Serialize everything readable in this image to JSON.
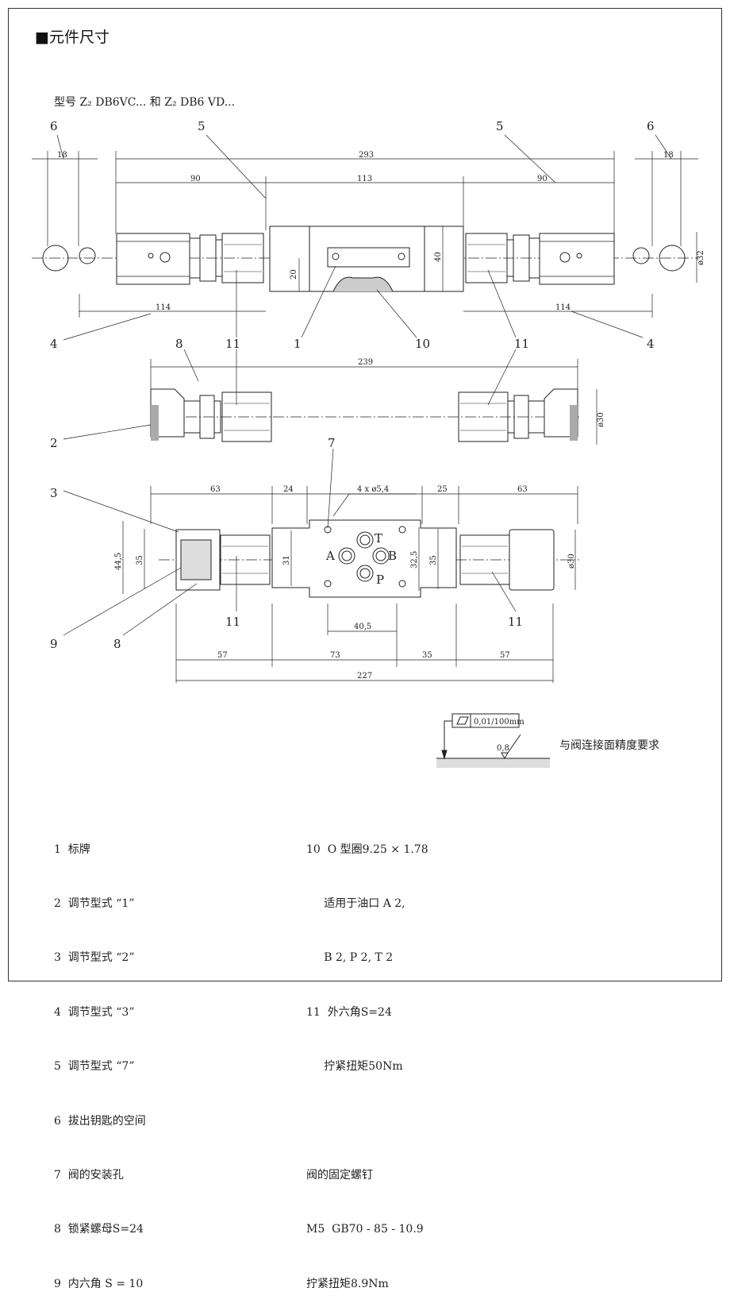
{
  "title": "■元件尺寸",
  "model_line": "型号  Z₂ DB6VC... 和 Z₂ DB6  VD...",
  "view_top": {
    "dims": {
      "d18_left": "18",
      "d293": "293",
      "d18_right": "18",
      "d90_left": "90",
      "d113": "113",
      "d90_right": "90",
      "d40": "40",
      "d20": "20",
      "d32": "ø32",
      "d114_left": "114",
      "d114_right": "114"
    },
    "callouts": {
      "c6_left": "6",
      "c5_left": "5",
      "c5_right": "5",
      "c6_right": "6",
      "c4_left": "4",
      "c1": "1",
      "c10": "10",
      "c4_right": "4"
    }
  },
  "view_middle": {
    "dims": {
      "d239": "239",
      "d30": "ø30"
    },
    "callouts": {
      "c8": "8",
      "c11_left": "11",
      "c11_right": "11",
      "c2": "2"
    }
  },
  "view_bottom": {
    "dims": {
      "d63_left": "63",
      "d24": "24",
      "holes": "4 x ø5,4",
      "d25": "25",
      "d63_right": "63",
      "d44_5": "44,5",
      "d35_left": "35",
      "d31": "31",
      "d32_5": "32,5",
      "d35_right": "35",
      "d30": "ø30",
      "d40_5": "40,5",
      "d57_left": "57",
      "d73": "73",
      "d35_bottom": "35",
      "d57_right": "57",
      "d227": "227"
    },
    "ports": {
      "A": "A",
      "B": "B",
      "P": "P",
      "T": "T"
    },
    "callouts": {
      "c3": "3",
      "c7": "7",
      "c11_left": "11",
      "c11_right": "11",
      "c9": "9",
      "c8": "8"
    }
  },
  "tolerance": {
    "value": "0,01/100mm",
    "roughness": "0,8",
    "note": "与阀连接面精度要求"
  },
  "legend_left": [
    "1  标牌",
    "2  调节型式 “1”",
    "3  调节型式 “2”",
    "4  调节型式 “3”",
    "5  调节型式 “7”",
    "6  拔出钥匙的空间",
    "7  阀的安装孔",
    "8  锁紧螺母S=24",
    "9  内六角 S = 10"
  ],
  "legend_right": [
    "10  O 型圈9.25 × 1.78",
    "     适用于油口 A 2,",
    "     B 2, P 2, T 2",
    "11  外六角S=24",
    "     拧紧扭矩50Nm",
    "",
    "阀的固定螺钉",
    "M5  GB70 - 85 - 10.9",
    "拧紧扭矩8.9Nm"
  ]
}
